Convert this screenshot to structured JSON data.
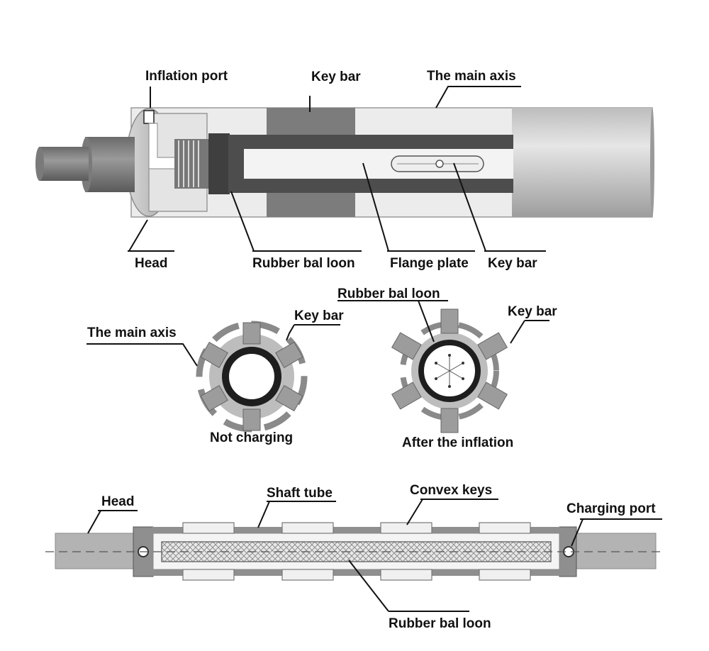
{
  "top_view": {
    "labels": {
      "inflation_port": "Inflation port",
      "key_bar_top": "Key bar",
      "main_axis": "The main axis",
      "head": "Head",
      "rubber_balloon": "Rubber bal loon",
      "flange_plate": "Flange plate",
      "key_bar_bottom": "Key bar"
    }
  },
  "cross_sections": {
    "left": {
      "caption": "Not charging",
      "main_axis_label": "The main axis",
      "key_bar_label": "Key bar"
    },
    "right": {
      "caption": "After the inflation",
      "rubber_balloon_label": "Rubber bal loon",
      "key_bar_label": "Key bar"
    }
  },
  "bottom_view": {
    "labels": {
      "head": "Head",
      "shaft_tube": "Shaft tube",
      "convex_keys": "Convex keys",
      "charging_port": "Charging port",
      "rubber_balloon": "Rubber bal loon"
    }
  },
  "colors": {
    "light_gray": "#d2d2d2",
    "mid_gray": "#9a9a9a",
    "dark_gray": "#6c6c6c",
    "black": "#1e1e1e",
    "white": "#ffffff"
  }
}
